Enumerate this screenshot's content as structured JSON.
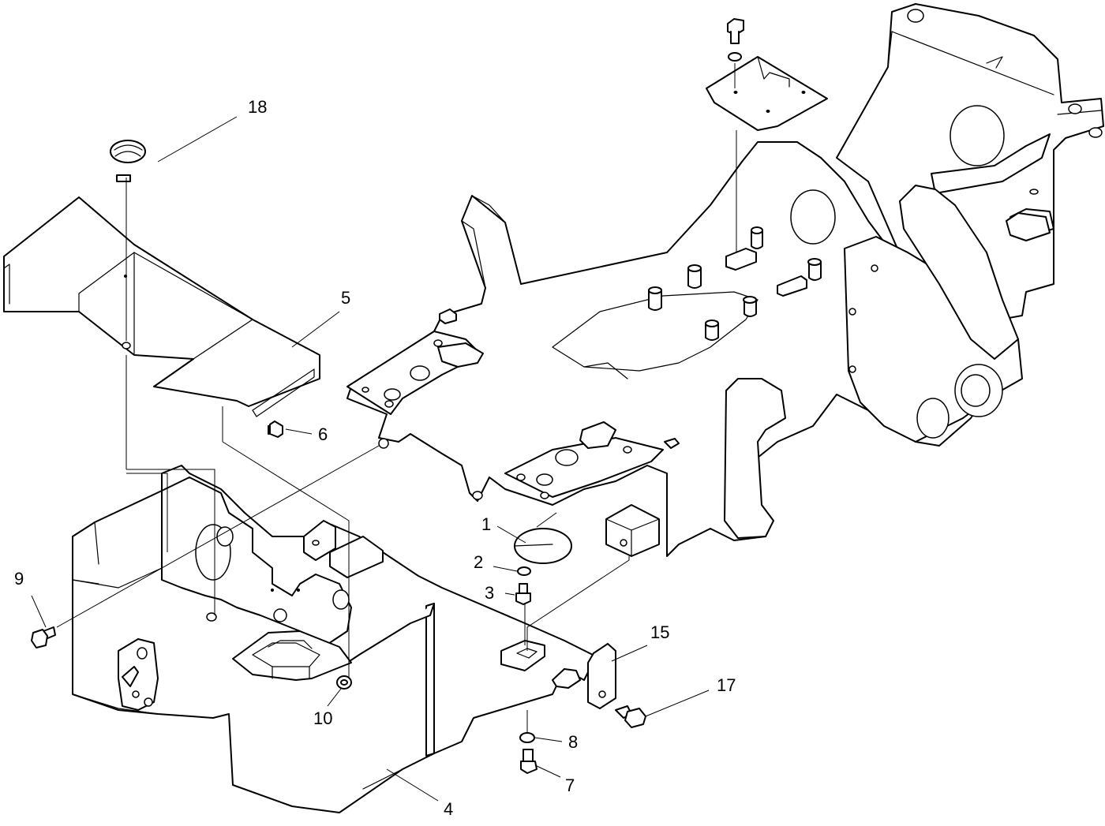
{
  "callouts": {
    "c1": "1",
    "c2": "2",
    "c3": "3",
    "c4": "4",
    "c5": "5",
    "c6": "6",
    "c7": "7",
    "c8": "8",
    "c9": "9",
    "c10": "10",
    "c15": "15",
    "c17": "17",
    "c18": "18"
  }
}
